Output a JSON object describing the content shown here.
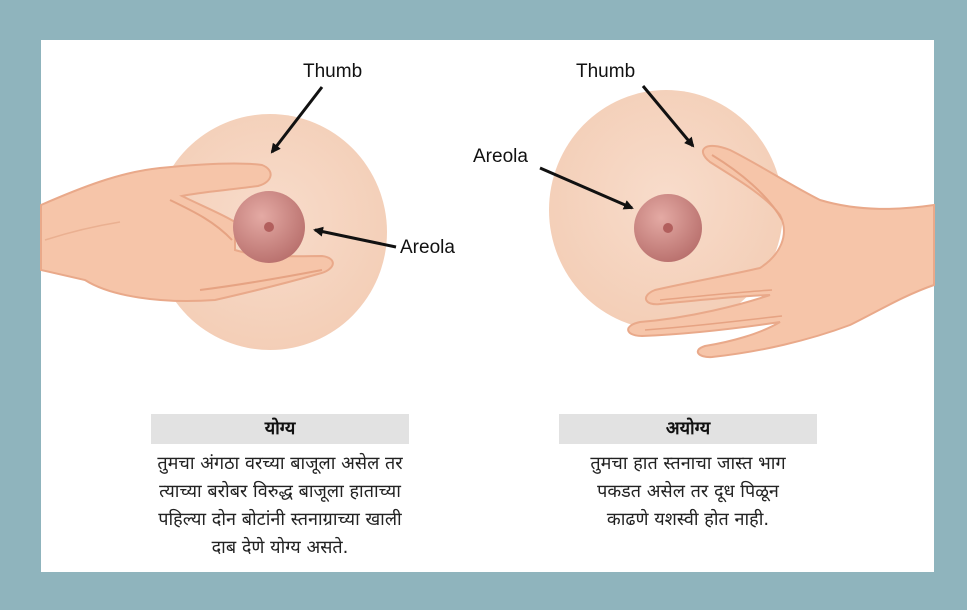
{
  "colors": {
    "frame": "#8fb4bd",
    "panel": "#ffffff",
    "breast": "#f5d3bd",
    "areola": "#cf8a86",
    "hand": "#f7c9ae",
    "caption_bar": "#e2e2e2"
  },
  "left_figure": {
    "thumb_label": "Thumb",
    "areola_label": "Areola",
    "caption_title": "योग्य",
    "caption_text": "तुमचा अंगठा वरच्या बाजूला असेल तर\nत्याच्या बरोबर विरुद्ध बाजूला हाताच्या\nपहिल्या दोन बोटांनी स्तनाग्राच्या खाली\nदाब देणे योग्य असते."
  },
  "right_figure": {
    "thumb_label": "Thumb",
    "areola_label": "Areola",
    "caption_title": "अयोग्य",
    "caption_text": "तुमचा हात स्तनाचा जास्त भाग\nपकडत असेल तर दूध पिळून\nकाढणे यशस्वी होत नाही."
  }
}
